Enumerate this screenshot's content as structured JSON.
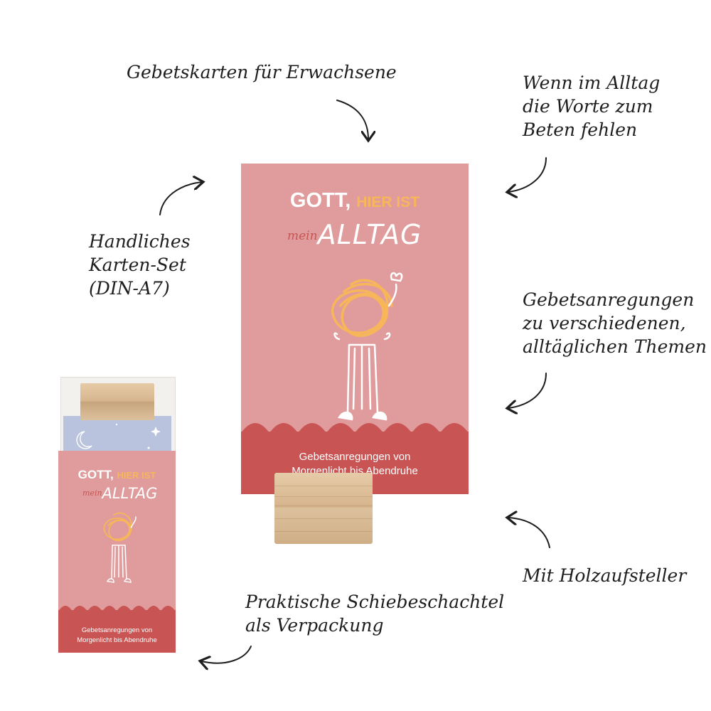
{
  "annotations": {
    "title_note": "Gebetskarten für Erwachsene",
    "top_right_note": [
      "Wenn im Alltag",
      "die Worte zum",
      "Beten fehlen"
    ],
    "left_note": [
      "Handliches",
      "Karten-Set",
      "(DIN-A7)"
    ],
    "middle_right_note": [
      "Gebetsanregungen",
      "zu verschiedenen,",
      "alltäglichen Themen"
    ],
    "bottom_right_note": "Mit Holzaufsteller",
    "bottom_note": [
      "Praktische Schiebeschachtel",
      "als Verpackung"
    ]
  },
  "card": {
    "title_gott": "GOTT,",
    "title_hier_ist": "HIER IST",
    "title_mein": "mein",
    "title_alltag": "ALLTAG",
    "subtitle": [
      "Gebetsanregungen von",
      "Morgenlicht bis Abendruhe"
    ]
  },
  "colors": {
    "card_pink": "#e09c9c",
    "band_red": "#c85454",
    "accent_yellow": "#f6b659",
    "wood": "#d7b68f",
    "tray_blue": "#b9c3dd"
  }
}
